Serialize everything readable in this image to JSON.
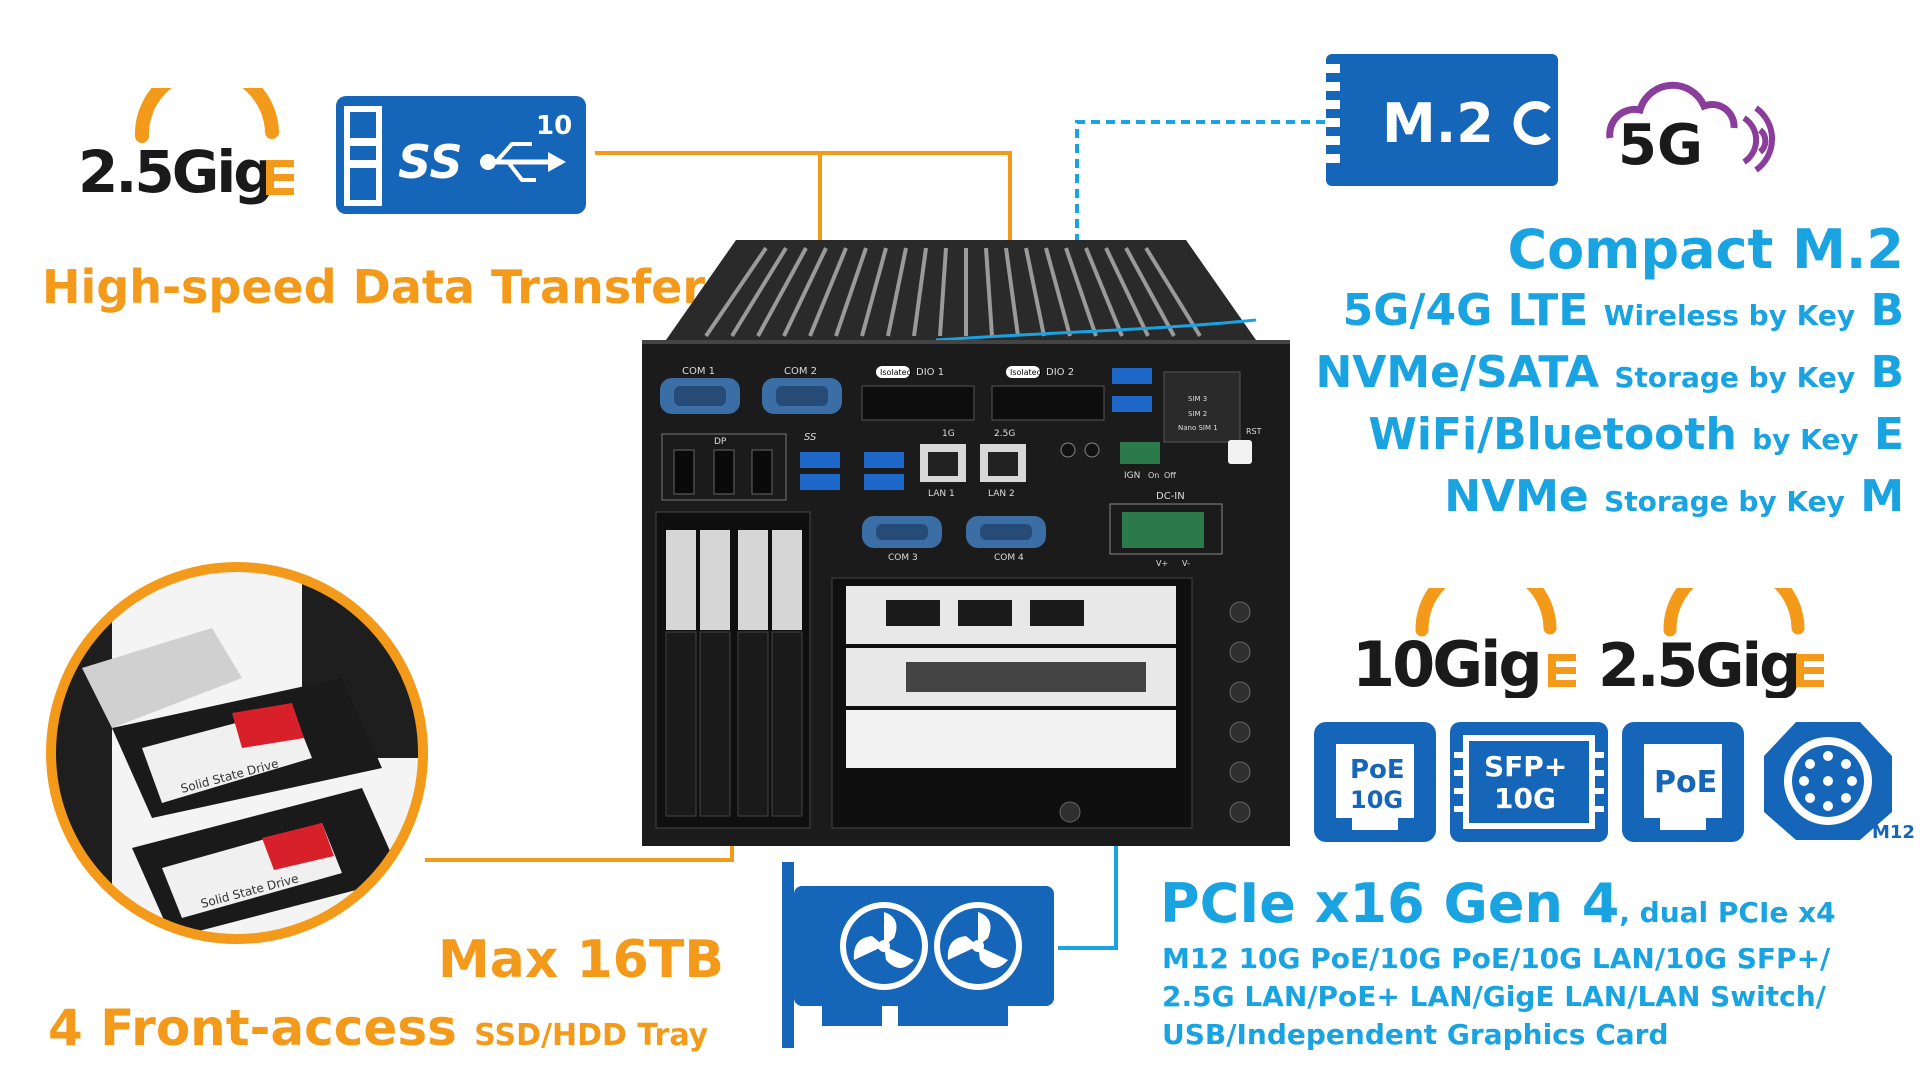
{
  "colors": {
    "orange": "#f39a1a",
    "blue": "#1aa3e1",
    "icon_blue": "#1565b8",
    "chassis": "#1b1b1b"
  },
  "logos": {
    "gige_25_text": "2.5Gig",
    "gige_10_text": "10Gig",
    "usb_badge_num": "10",
    "usb_badge_ss": "SS",
    "m2_text": "M.2",
    "g5_text": "5G"
  },
  "left": {
    "usb_headline": "High-speed Data Transfer",
    "storage_line1": "Max 16TB",
    "storage_line2_main": "4 Front-access",
    "storage_line2_small": "SSD/HDD Tray",
    "ssd_label": "Solid State Drive"
  },
  "m2": {
    "title": "Compact M.2",
    "rows": [
      {
        "big": "5G/4G LTE",
        "small": "Wireless by Key",
        "key": "B"
      },
      {
        "big": "NVMe/SATA",
        "small": "Storage by Key",
        "key": "B"
      },
      {
        "big": "WiFi/Bluetooth",
        "small": "by Key",
        "key": "E"
      },
      {
        "big": "NVMe",
        "small": "Storage by Key",
        "key": "M"
      }
    ]
  },
  "lan_icons": [
    {
      "line1": "PoE",
      "line2": "10G"
    },
    {
      "line1": "SFP+",
      "line2": "10G"
    },
    {
      "line1": "PoE",
      "line2": ""
    },
    {
      "line1": "M12",
      "line2": ""
    }
  ],
  "pcie": {
    "title_main": "PCIe x16 Gen 4",
    "title_small": ", dual PCIe x4",
    "lines": [
      "M12 10G PoE/10G PoE/10G LAN/10G SFP+/",
      "2.5G LAN/PoE+ LAN/GigE LAN/LAN Switch/",
      "USB/Independent Graphics Card"
    ]
  },
  "panel_labels": {
    "com1": "COM 1",
    "com2": "COM 2",
    "com3": "COM 3",
    "com4": "COM 4",
    "dio1": "DIO 1",
    "dio2": "DIO 2",
    "isolated": "Isolated",
    "dp": "DP",
    "lan1": "LAN 1",
    "lan2": "LAN 2",
    "lan1_speed": "1G",
    "lan2_speed": "2.5G",
    "sim3": "SIM 3",
    "sim2": "SIM 2",
    "nanosim1": "Nano SIM 1",
    "ign": "IGN",
    "on": "On",
    "off": "Off",
    "rst": "RST",
    "dcin": "DC-IN",
    "vplus": "V+",
    "vminus": "V-",
    "ss": "SS"
  }
}
